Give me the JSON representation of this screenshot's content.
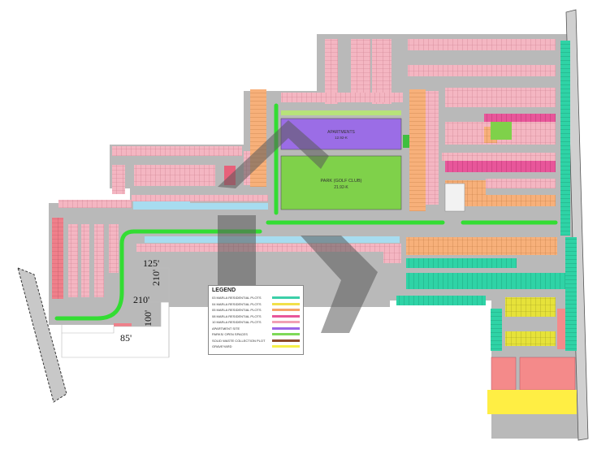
{
  "parks": {
    "golf_club": {
      "name": "PARK (GOLF CLUB)",
      "area": "21.92-K"
    },
    "apartments": {
      "name": "APARTMENTS",
      "area": "12.92-K"
    }
  },
  "dimensions": [
    "125'",
    "210'",
    "210'",
    "100'",
    "85'"
  ],
  "legend": {
    "title": "LEGEND",
    "items": [
      {
        "label": "03 MARLA RESIDENTIAL PLOTS",
        "color": "#3ccfa8"
      },
      {
        "label": "04 MARLA RESIDENTIAL PLOTS",
        "color": "#f2e04a"
      },
      {
        "label": "05 MARLA RESIDENTIAL PLOTS",
        "color": "#f5a46a"
      },
      {
        "label": "08 MARLA RESIDENTIAL PLOTS",
        "color": "#e8569a"
      },
      {
        "label": "10 MARLA RESIDENTIAL PLOTS",
        "color": "#f1a0b4"
      },
      {
        "label": "APARTMENT SITE",
        "color": "#9a66e8"
      },
      {
        "label": "PARKS/ OPEN SPACES",
        "color": "#7ed957"
      },
      {
        "label": "SOLID WASTE COLLECTION PLOT",
        "color": "#8b4a2b"
      },
      {
        "label": "GRAVEYARD",
        "color": "#f6f04a"
      }
    ]
  },
  "colors": {
    "road": "#b8b8b8",
    "pink_plots": "#f4b6c2",
    "orange_plots": "#f7b07a",
    "teal_plots": "#2fd3a6",
    "magenta_plots": "#e8569a",
    "green_park": "#7fd14a",
    "purple_apartments": "#9b6de6",
    "yellow": "#ffee44",
    "salmon": "#f08a8a",
    "green_strip": "#33dd33",
    "watermark": "#5a5a5a"
  }
}
